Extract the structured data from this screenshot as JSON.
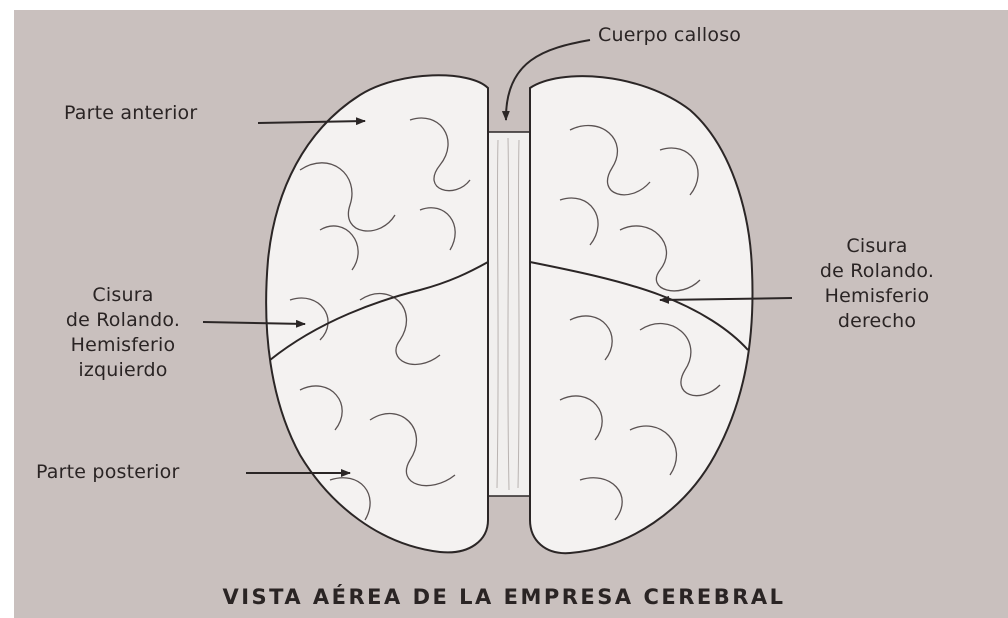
{
  "figure": {
    "caption": "VISTA AÉREA DE LA EMPRESA CEREBRAL",
    "labels": {
      "corpus_callosum": "Cuerpo calloso",
      "anterior": "Parte anterior",
      "left_fissure": [
        "Cisura",
        "de Rolando.",
        "Hemisferio",
        "izquierdo"
      ],
      "right_fissure": [
        "Cisura",
        "de Rolando.",
        "Hemisferio",
        "derecho"
      ],
      "posterior": "Parte posterior"
    },
    "colors": {
      "background": "#c9c0be",
      "brain_fill": "#f4f2f1",
      "outline": "#2b2626"
    }
  }
}
